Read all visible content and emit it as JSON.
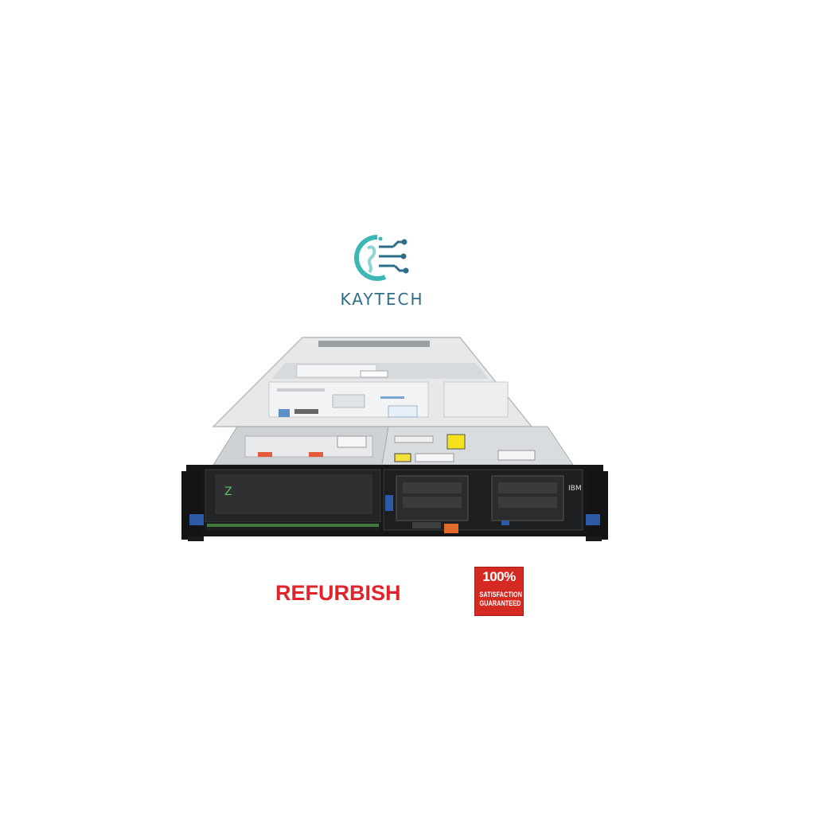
{
  "brand": {
    "name": "KAYTECH",
    "colors": {
      "teal": "#3cb7b6",
      "blue": "#2d6e88"
    }
  },
  "product": {
    "server_vendor_mark": "IBM",
    "condition_label": "REFURBISH"
  },
  "badge": {
    "percent": "100%",
    "line1": "SATISFACTION",
    "line2": "GUARANTEED",
    "color": "#d52a22"
  }
}
